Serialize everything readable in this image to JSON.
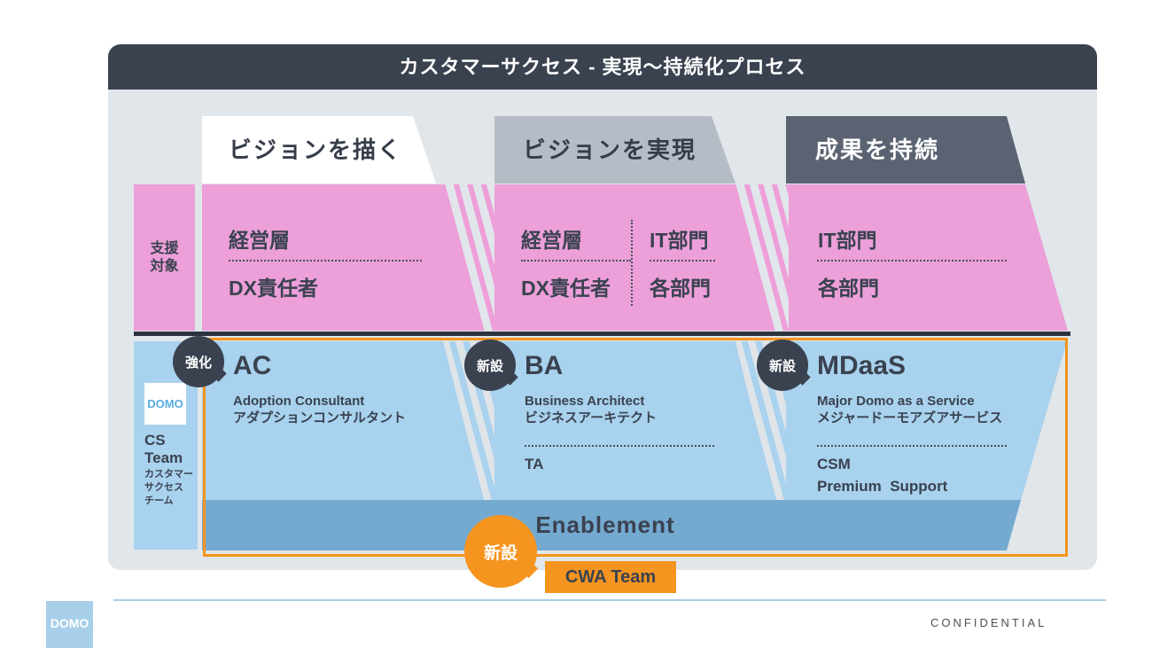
{
  "title": "カスタマーサクセス - 実現〜持続化プロセス",
  "phase_headers": [
    {
      "label": "ビジョンを描く"
    },
    {
      "label": "ビジョンを実現"
    },
    {
      "label": "成果を持続"
    }
  ],
  "support_target": {
    "row_label_line1": "支援",
    "row_label_line2": "対象",
    "phase1": {
      "top": "経営層",
      "bottom": "DX責任者"
    },
    "phase2_col1": {
      "top": "経営層",
      "bottom": "DX責任者"
    },
    "phase2_col2": {
      "top": "IT部門",
      "bottom": "各部門"
    },
    "phase3": {
      "top": "IT部門",
      "bottom": "各部門"
    }
  },
  "cs_team": {
    "logo": "DOMO",
    "name_line1": "CS",
    "name_line2": "Team",
    "name_jp_line1": "カスタマー",
    "name_jp_line2": "サクセス",
    "name_jp_line3": "チーム"
  },
  "roles": {
    "ac": {
      "badge": "強化",
      "title": "AC",
      "subtitle_en": "Adoption Consultant",
      "subtitle_jp": "アダプションコンサルタント"
    },
    "ba": {
      "badge": "新設",
      "title": "BA",
      "subtitle_en": "Business Architect",
      "subtitle_jp": "ビジネスアーキテクト",
      "extra": "TA"
    },
    "mdaas": {
      "badge": "新設",
      "title": "MDaaS",
      "subtitle_en": "Major Domo as a Service",
      "subtitle_jp": "メジャードーモアズアサービス",
      "extra1": "CSM",
      "extra2": "Premium  Support"
    }
  },
  "enablement": {
    "label": "Enablement",
    "badge": "新設",
    "team": "CWA Team"
  },
  "footer": {
    "logo": "DOMO",
    "confidential": "CONFIDENTIAL"
  },
  "colors": {
    "pink": "#ec9fd8",
    "light_blue": "#a8d2ee",
    "steel_blue": "#74a9d0",
    "orange": "#f5941f",
    "dark": "#3a4250",
    "header_gray": "#b5bcc5",
    "header_dark": "#5b6372",
    "card_bg": "#e1e6ea",
    "footer_blue": "#a8cfe9"
  }
}
